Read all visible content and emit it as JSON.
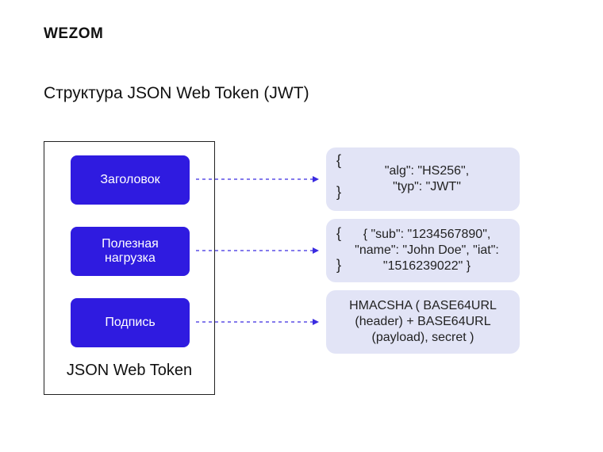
{
  "logo": "WEZOM",
  "title": "Структура JSON Web Token (JWT)",
  "structure": {
    "caption": "JSON Web Token",
    "parts": [
      {
        "label": "Заголовок"
      },
      {
        "label": "Полезная\nнагрузка"
      },
      {
        "label": "Подпись"
      }
    ]
  },
  "details": {
    "header": {
      "open": "{",
      "close": "}",
      "text": "\"alg\": \"HS256\",\n\"typ\": \"JWT\""
    },
    "payload": {
      "open": "{",
      "close": "}",
      "text": "{ \"sub\": \"1234567890\",\n\"name\": \"John Doe\", \"iat\":\n\"1516239022\" }"
    },
    "signature": {
      "text": "HMACSHA ( BASE64URL\n(header) + BASE64URL\n(payload), secret )"
    }
  },
  "colors": {
    "part_fill": "#2f1be0",
    "detail_fill": "#e2e4f6",
    "arrow": "#3a2be0"
  }
}
